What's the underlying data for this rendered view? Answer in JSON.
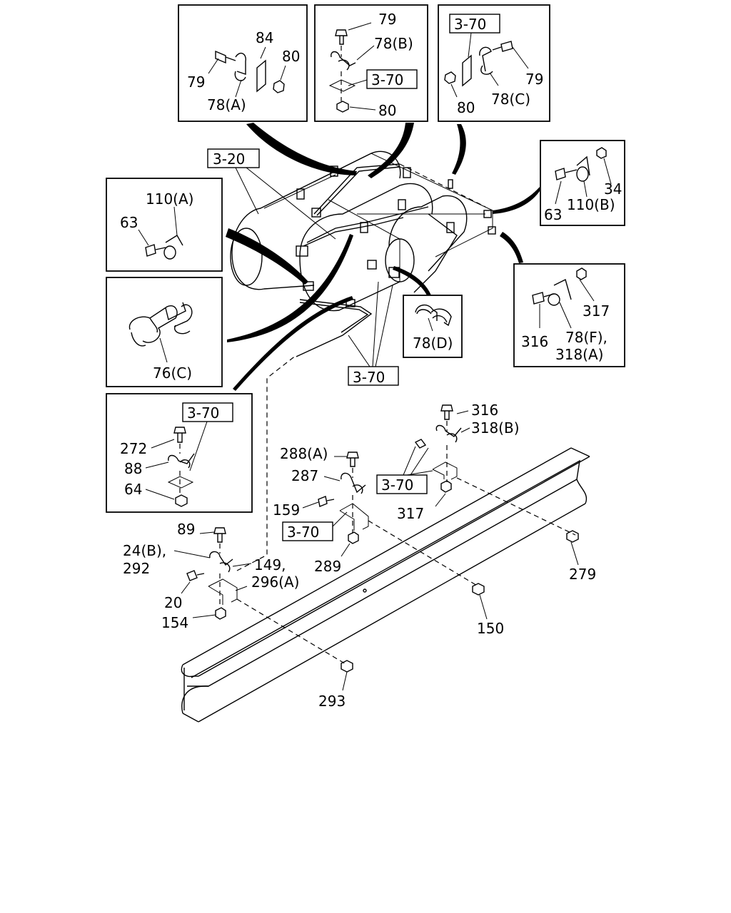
{
  "labels": {
    "inset1": {
      "p79": "79",
      "p84": "84",
      "p80": "80",
      "p78a": "78(A)"
    },
    "inset2": {
      "p79": "79",
      "p78b": "78(B)",
      "ref": "3-70",
      "p80": "80"
    },
    "inset3": {
      "ref": "3-70",
      "p79": "79",
      "p80": "80",
      "p78c": "78(C)"
    },
    "inset4": {
      "p34": "34",
      "p63": "63",
      "p110b": "110(B)"
    },
    "inset5": {
      "p110a": "110(A)",
      "p63": "63"
    },
    "inset6": {
      "p76c": "76(C)"
    },
    "inset7": {
      "p78d": "78(D)"
    },
    "inset8": {
      "p317": "317",
      "p316": "316",
      "p78f": "78(F),",
      "p318a": "318(A)"
    },
    "inset9": {
      "ref": "3-70",
      "p272": "272",
      "p88": "88",
      "p64": "64"
    },
    "main": {
      "ref320": "3-20",
      "ref370a": "3-70",
      "ref370b": "3-70",
      "ref370c": "3-70",
      "p316": "316",
      "p318b": "318(B)",
      "p288a": "288(A)",
      "p287": "287",
      "p317": "317",
      "p159": "159",
      "p289": "289",
      "p279": "279",
      "p89": "89",
      "p24b": "24(B),",
      "p292": "292",
      "p149": "149,",
      "p296a": "296(A)",
      "p20": "20",
      "p154": "154",
      "p150": "150",
      "p293": "293"
    }
  }
}
